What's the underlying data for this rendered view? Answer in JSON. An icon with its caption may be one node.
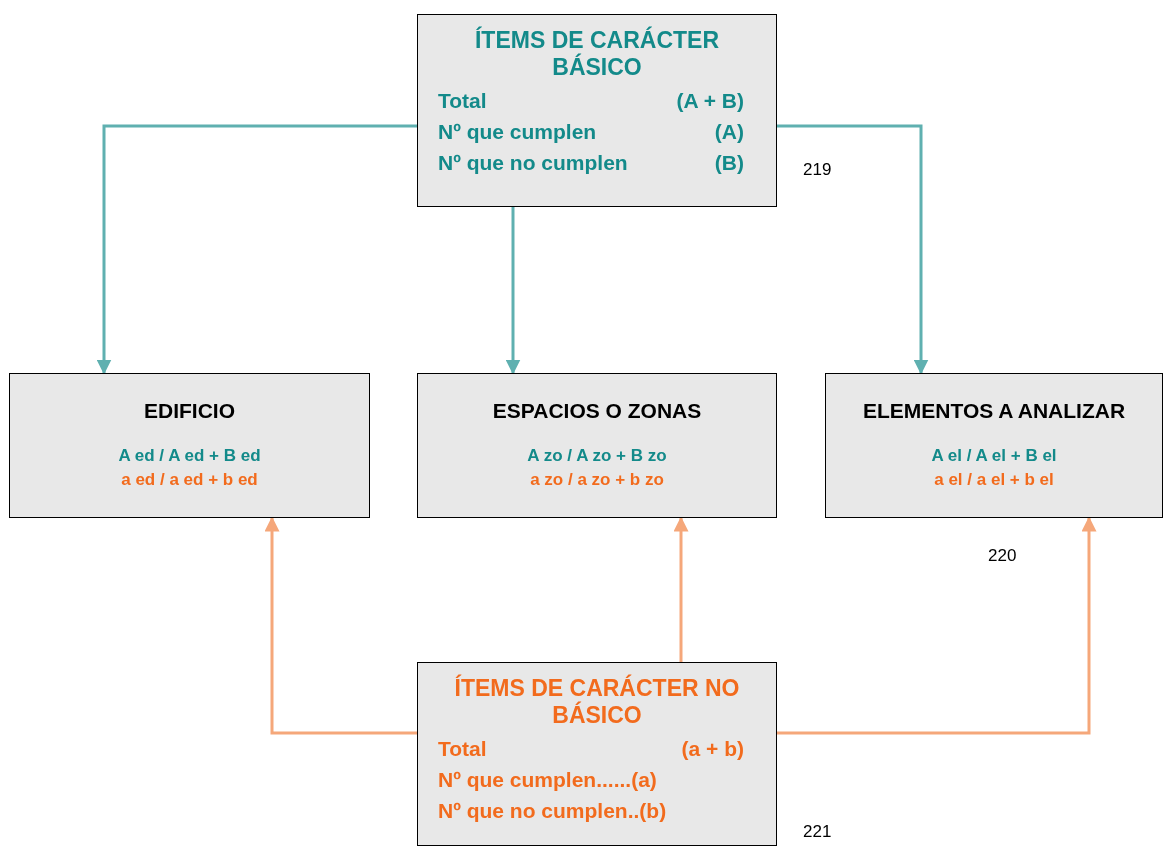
{
  "diagram": {
    "nodes": [
      {
        "text": [
          "ÍTEMS DE CARÁCTER BÁSICO",
          "Total",
          "(A + B)",
          "Nº que cumplen",
          "(A)",
          "Nº que no cumplen",
          "(B)"
        ]
      },
      {
        "text": [
          "EDIFICIO",
          "A ed / A ed + B ed",
          "a ed / a ed + b ed"
        ]
      },
      {
        "text": [
          "ESPACIOS O ZONAS",
          "A zo / A zo + B zo",
          "a zo / a zo + b zo"
        ]
      },
      {
        "text": [
          "ELEMENTOS A ANALIZAR",
          "A el / A el + B el",
          "a el / a el + b el"
        ]
      },
      {
        "text": [
          "ÍTEMS DE CARÁCTER NO BÁSICO",
          "Total",
          "(a + b)",
          "Nº que cumplen......(a)",
          "Nº que no cumplen..(b)"
        ]
      }
    ],
    "edges": [
      {
        "from": 0,
        "to": 1,
        "arrow": "to",
        "color": "#5fb0b0"
      },
      {
        "from": 0,
        "to": 2,
        "arrow": "to",
        "color": "#5fb0b0"
      },
      {
        "from": 0,
        "to": 3,
        "arrow": "to",
        "color": "#5fb0b0"
      },
      {
        "from": 4,
        "to": 1,
        "arrow": "to",
        "color": "#f5a77a"
      },
      {
        "from": 4,
        "to": 2,
        "arrow": "to",
        "color": "#f5a77a"
      },
      {
        "from": 4,
        "to": 3,
        "arrow": "to",
        "color": "#f5a77a"
      }
    ],
    "labels": [
      "219",
      "220",
      "221"
    ]
  }
}
